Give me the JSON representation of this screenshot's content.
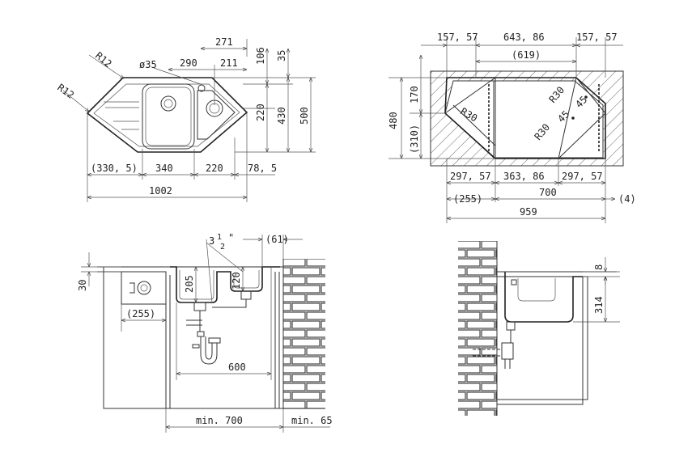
{
  "views": {
    "top_left": {
      "labels": {
        "r12_top": "R12",
        "r12_left": "R12",
        "d35": "ø35",
        "d271": "271",
        "d290": "290",
        "d211": "211",
        "d106": "106",
        "d35b": "35",
        "d220v": "220",
        "d430": "430",
        "d500": "500",
        "d330": "(330, 5)",
        "d340": "340",
        "d220h": "220",
        "d78": "78, 5",
        "d1002": "1002"
      }
    },
    "top_right": {
      "labels": {
        "d157a": "157, 57",
        "d643": "643, 86",
        "d157b": "157, 57",
        "d619": "(619)",
        "d480": "480",
        "d170": "170",
        "d310": "(310)",
        "r30a": "R30",
        "r30b": "R30",
        "r30c": "R30",
        "a45a": "45",
        "a45b": "45",
        "d297a": "297, 57",
        "d363": "363, 86",
        "d297b": "297, 57",
        "d255": "(255)",
        "d700": "700",
        "d4": "(4)",
        "d959": "959"
      }
    },
    "bottom_left": {
      "labels": {
        "thread_whole": "3",
        "thread_num": "1",
        "thread_den": "2",
        "thread_mark": "\"",
        "d61": "(61)",
        "d30": "30",
        "d205": "205",
        "d120": "120",
        "d255": "(255)",
        "d600": "600",
        "min700": "min. 700",
        "min65": "min. 65"
      }
    },
    "bottom_right": {
      "labels": {
        "d8": "8",
        "d314": "314"
      }
    }
  }
}
